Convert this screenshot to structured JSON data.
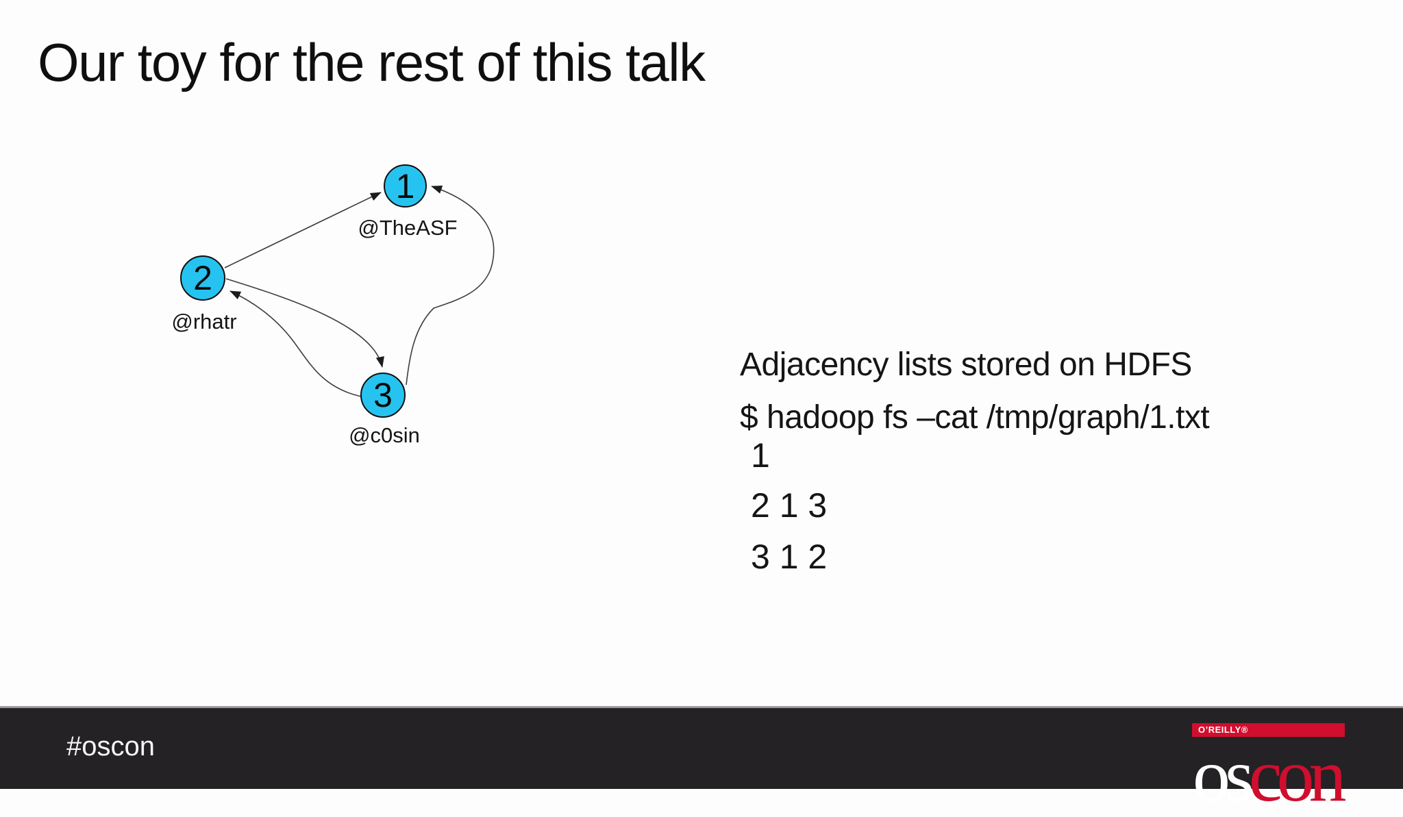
{
  "slide": {
    "title": "Our toy for the rest of this talk"
  },
  "graph": {
    "node_fill": "#27c3f0",
    "nodes": [
      {
        "id": "1",
        "handle": "@TheASF"
      },
      {
        "id": "2",
        "handle": "@rhatr"
      },
      {
        "id": "3",
        "handle": "@c0sin"
      }
    ],
    "edges": [
      {
        "from": "2",
        "to": "1"
      },
      {
        "from": "2",
        "to": "3"
      },
      {
        "from": "3",
        "to": "1"
      },
      {
        "from": "3",
        "to": "2"
      }
    ]
  },
  "content": {
    "heading": "Adjacency lists stored on HDFS",
    "command": "$ hadoop fs –cat /tmp/graph/1.txt",
    "file_lines": [
      "1",
      "2 1 3",
      "3 1 2"
    ]
  },
  "footer": {
    "hashtag": "#oscon",
    "logo": {
      "brand": "O’REILLY®",
      "wordmark_white": "os",
      "wordmark_red": "con",
      "red": "#d00e2e"
    }
  }
}
